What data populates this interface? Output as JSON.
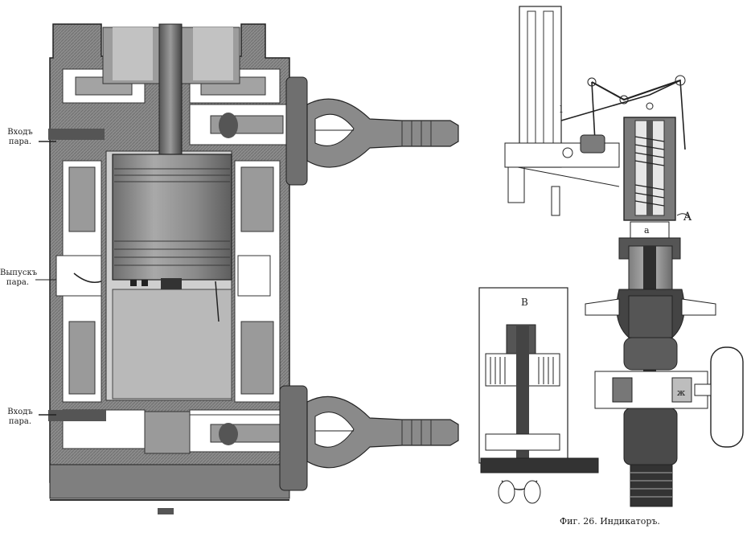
{
  "labels": {
    "steam_inlet_top_1": "Входъ",
    "steam_inlet_top_2": "пара.",
    "steam_exhaust_1": "Выпускъ",
    "steam_exhaust_2": "пара.",
    "steam_inlet_bottom_1": "Входъ",
    "steam_inlet_bottom_2": "пара."
  },
  "indicator": {
    "letter_A": "A",
    "letter_B": "B",
    "letter_a": "a",
    "letter_l": "l",
    "letter_zh": "ж"
  },
  "caption": "Фиг. 26. Индикаторъ."
}
